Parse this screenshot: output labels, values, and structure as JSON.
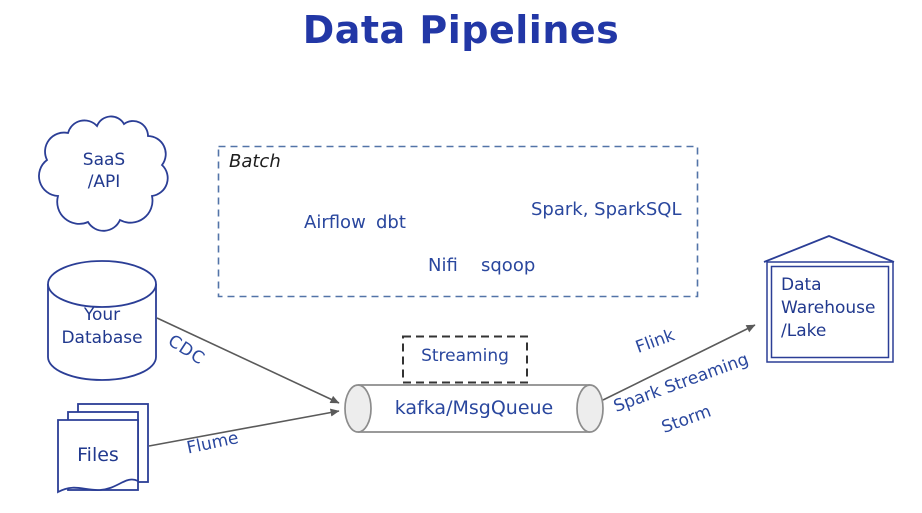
{
  "palette": {
    "background": "#ffffff",
    "title_blue": "#2237a6",
    "shape_stroke_blue": "#2b3e96",
    "shape_text_navy": "#21398e",
    "label_blue": "#2a479e",
    "batch_border": "#5374a8",
    "batch_label_color": "#1e1e1e",
    "streaming_border": "#333333",
    "queue_stroke_gray": "#8c8c8c",
    "queue_cap_fill": "#ededed",
    "arrow_gray": "#5a5a5a"
  },
  "title": "Data Pipelines",
  "nodes": {
    "cloud": {
      "line1": "SaaS",
      "line2": "/API"
    },
    "database": {
      "line1": "Your",
      "line2": "Database"
    },
    "files": {
      "label": "Files"
    },
    "queue": {
      "label": "kafka/MsgQueue"
    },
    "warehouse": {
      "line1": "Data",
      "line2": "Warehouse",
      "line3": "/Lake"
    }
  },
  "groups": {
    "batch": {
      "label": "Batch",
      "items": [
        {
          "label": "Airflow"
        },
        {
          "label": "dbt"
        },
        {
          "label": "Spark, SparkSQL"
        },
        {
          "label": "Nifi"
        },
        {
          "label": "sqoop"
        }
      ]
    },
    "streaming": {
      "label": "Streaming"
    }
  },
  "edges": {
    "cdc": {
      "label": "CDC"
    },
    "flume": {
      "label": "Flume"
    },
    "flink": {
      "label": "Flink"
    },
    "spark_streaming": {
      "label": "Spark Streaming"
    },
    "storm": {
      "label": "Storm"
    }
  }
}
